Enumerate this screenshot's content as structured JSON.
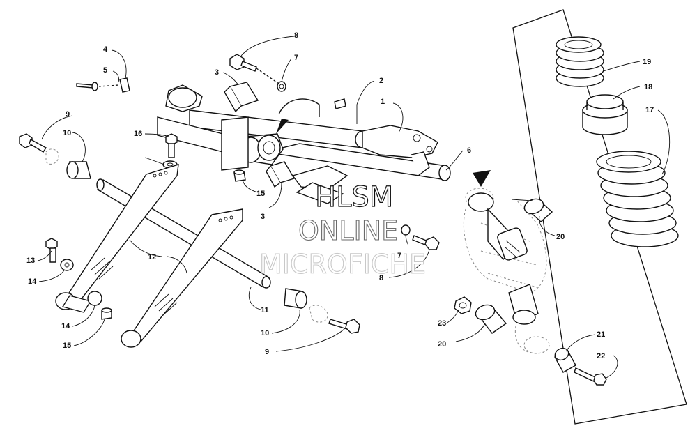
{
  "diagram": {
    "callouts": [
      "1",
      "2",
      "3",
      "3",
      "4",
      "5",
      "6",
      "7",
      "7",
      "8",
      "8",
      "9",
      "9",
      "10",
      "10",
      "11",
      "12",
      "13",
      "14",
      "14",
      "15",
      "15",
      "16",
      "17",
      "18",
      "19",
      "20",
      "20",
      "21",
      "22",
      "23"
    ],
    "watermark": {
      "line1": "HLSM",
      "line2": "ONLINE",
      "line3": "MICROFICHE"
    },
    "colors": {
      "ink": "#111111",
      "background": "#ffffff"
    }
  }
}
